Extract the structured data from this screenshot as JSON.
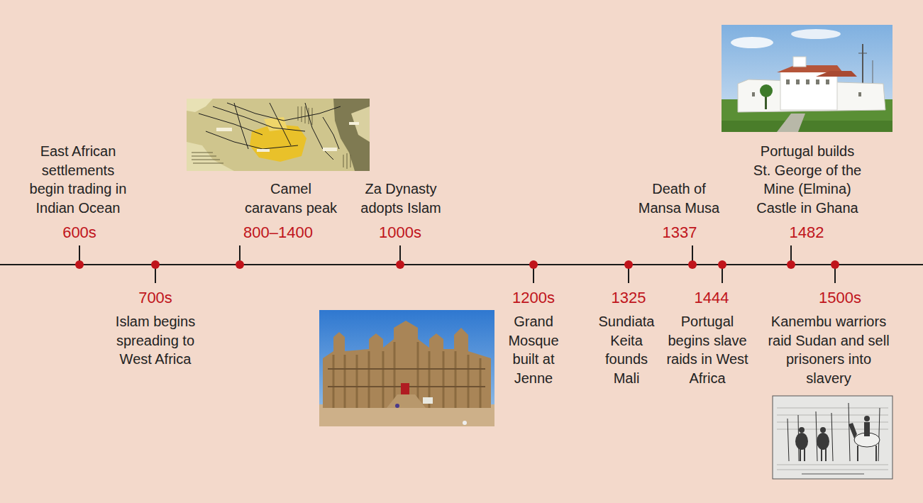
{
  "diagram": {
    "labels": [
      "600s",
      "East African settlements begin trading in Indian Ocean",
      "700s",
      "Islam begins spreading to West Africa",
      "800–1400",
      "Camel caravans peak",
      "1000s",
      "Za Dynasty adopts Islam",
      "1200s",
      "Grand Mosque built at Jenne",
      "1325",
      "Sundiata Keita founds Mali",
      "1337",
      "Death of Mansa Musa",
      "1444",
      "Portugal begins slave raids in West Africa",
      "1482",
      "Portugal builds St. George of the Mine (Elmina) Castle in Ghana",
      "1500s",
      "Kanembu warriors raid Sudan and sell prisoners into slavery"
    ]
  }
}
